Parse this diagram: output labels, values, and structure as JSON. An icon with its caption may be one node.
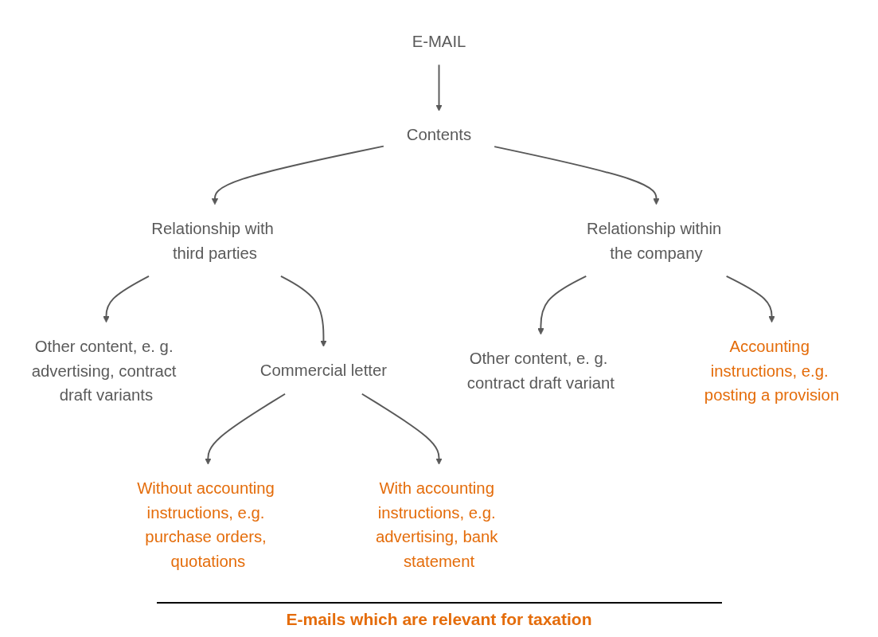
{
  "diagram": {
    "caption": "E-mails which are relevant for taxation",
    "nodes": [
      {
        "text": [
          "E-MAIL"
        ]
      },
      {
        "text": [
          "Contents"
        ]
      },
      {
        "text": [
          "Relationship with third parties"
        ]
      },
      {
        "text": [
          "Relationship within the company"
        ]
      },
      {
        "text": [
          "Other content, e. g. advertising, contract draft variants"
        ]
      },
      {
        "text": [
          "Commercial letter"
        ]
      },
      {
        "text": [
          "Other content, e. g. contract draft variant"
        ]
      },
      {
        "text": [
          "Without accounting instructions, e.g. purchase orders, quotations"
        ]
      },
      {
        "text": [
          "With accounting instructions, e.g. advertising, bank statement"
        ]
      },
      {
        "text": [
          "Accounting instructions, e.g. posting a provision"
        ]
      }
    ],
    "edges": [
      {
        "from": 0,
        "to": 1,
        "arrow": "to"
      },
      {
        "from": 1,
        "to": 2,
        "arrow": "to"
      },
      {
        "from": 1,
        "to": 3,
        "arrow": "to"
      },
      {
        "from": 2,
        "to": 4,
        "arrow": "to"
      },
      {
        "from": 2,
        "to": 5,
        "arrow": "to"
      },
      {
        "from": 3,
        "to": 9,
        "arrow": "to"
      },
      {
        "from": 3,
        "to": 6,
        "arrow": "to"
      },
      {
        "from": 5,
        "to": 7,
        "arrow": "to"
      },
      {
        "from": 5,
        "to": 8,
        "arrow": "to"
      }
    ]
  }
}
